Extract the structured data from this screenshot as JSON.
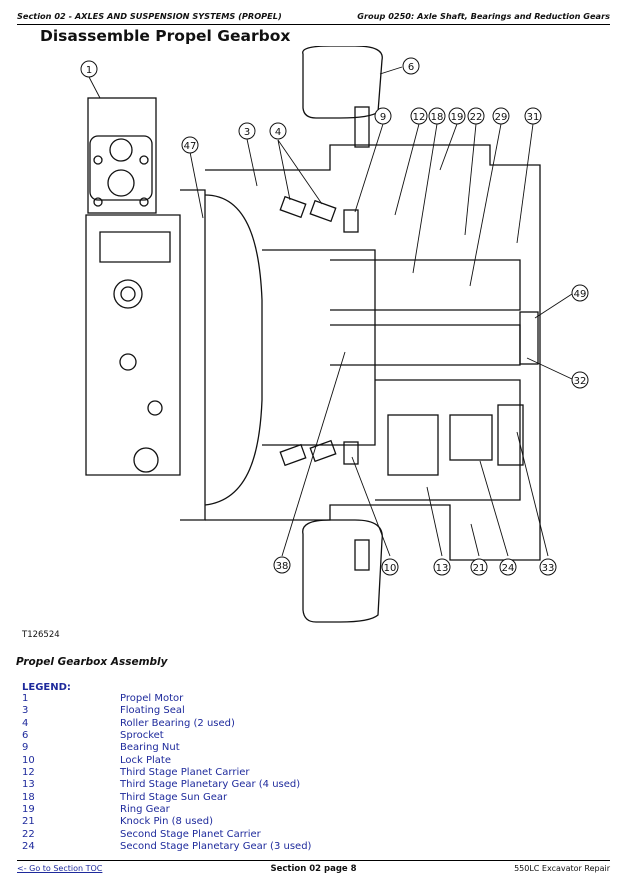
{
  "header": {
    "left": "Section 02 - AXLES AND SUSPENSION SYSTEMS (PROPEL)",
    "right": "Group 0250: Axle Shaft, Bearings and Reduction Gears"
  },
  "title": "Disassemble Propel Gearbox",
  "figure": {
    "id": "T126524",
    "callouts": [
      "1",
      "6",
      "3",
      "4",
      "47",
      "9",
      "12",
      "18",
      "19",
      "22",
      "29",
      "31",
      "49",
      "32",
      "38",
      "10",
      "13",
      "21",
      "24",
      "33"
    ]
  },
  "caption": "Propel Gearbox Assembly",
  "legend": {
    "title": "LEGEND:",
    "items": [
      {
        "num": "1",
        "label": "Propel Motor"
      },
      {
        "num": "3",
        "label": "Floating Seal"
      },
      {
        "num": "4",
        "label": "Roller Bearing (2 used)"
      },
      {
        "num": "6",
        "label": "Sprocket"
      },
      {
        "num": "9",
        "label": "Bearing Nut"
      },
      {
        "num": "10",
        "label": "Lock Plate"
      },
      {
        "num": "12",
        "label": "Third Stage Planet Carrier"
      },
      {
        "num": "13",
        "label": "Third Stage Planetary Gear (4 used)"
      },
      {
        "num": "18",
        "label": "Third Stage Sun Gear"
      },
      {
        "num": "19",
        "label": "Ring Gear"
      },
      {
        "num": "21",
        "label": "Knock Pin (8 used)"
      },
      {
        "num": "22",
        "label": "Second Stage Planet Carrier"
      },
      {
        "num": "24",
        "label": "Second Stage Planetary Gear (3 used)"
      }
    ]
  },
  "footer": {
    "toc_link": "<- Go to Section TOC",
    "page": "Section 02 page 8",
    "doc": "550LC Excavator Repair"
  }
}
